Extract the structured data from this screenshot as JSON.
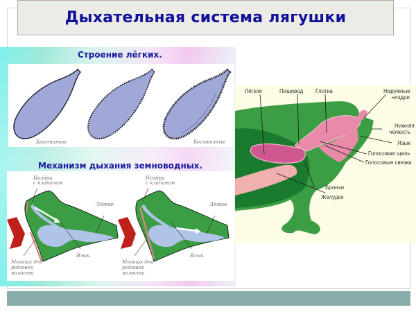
{
  "slide": {
    "title": "Дыхательная система лягушки",
    "colors": {
      "title_text": "#10109a",
      "title_bg": "#ecece6",
      "bottom_bar": "#8aacab",
      "lung_fill": "#a0a8d8",
      "frog_green": "#3c9e44",
      "frog_dark_green": "#1a7a2e",
      "organ_pink": "#e88aa8",
      "arrow_red": "#c0201a"
    }
  },
  "lung_structure": {
    "heading": "Строение лёгких.",
    "captions": [
      "Хвостатые",
      "Бесхвостые"
    ]
  },
  "breathing_mechanism": {
    "heading": "Механизм дыхания земноводных.",
    "panels": [
      {
        "nostril_label_1": "Ноздри",
        "nostril_label_2": "с клапаном",
        "lung_label": "Лёгкое",
        "tongue_label": "Язык",
        "muscle_label_1": "Мышцы дна",
        "muscle_label_2": "ротовой",
        "muscle_label_3": "полости"
      },
      {
        "nostril_label_1": "Ноздри",
        "nostril_label_2": "с клапаном",
        "lung_label": "Лёгкое",
        "tongue_label": "Язык",
        "muscle_label_1": "Мышцы дна",
        "muscle_label_2": "ротовой",
        "muscle_label_3": "полости"
      }
    ]
  },
  "anatomy": {
    "labels": {
      "lung": "Лёгкое",
      "esophagus": "Пищевод",
      "pharynx": "Глотка",
      "nostrils_1": "Наружные",
      "nostrils_2": "ноздри",
      "jaw_1": "Нижняя",
      "jaw_2": "челюсть",
      "tongue": "Язык",
      "glottis": "Голосовая щель",
      "vocal_cords": "Голосовые связки",
      "bronchi": "Бронхи",
      "stomach": "Желудок"
    }
  }
}
